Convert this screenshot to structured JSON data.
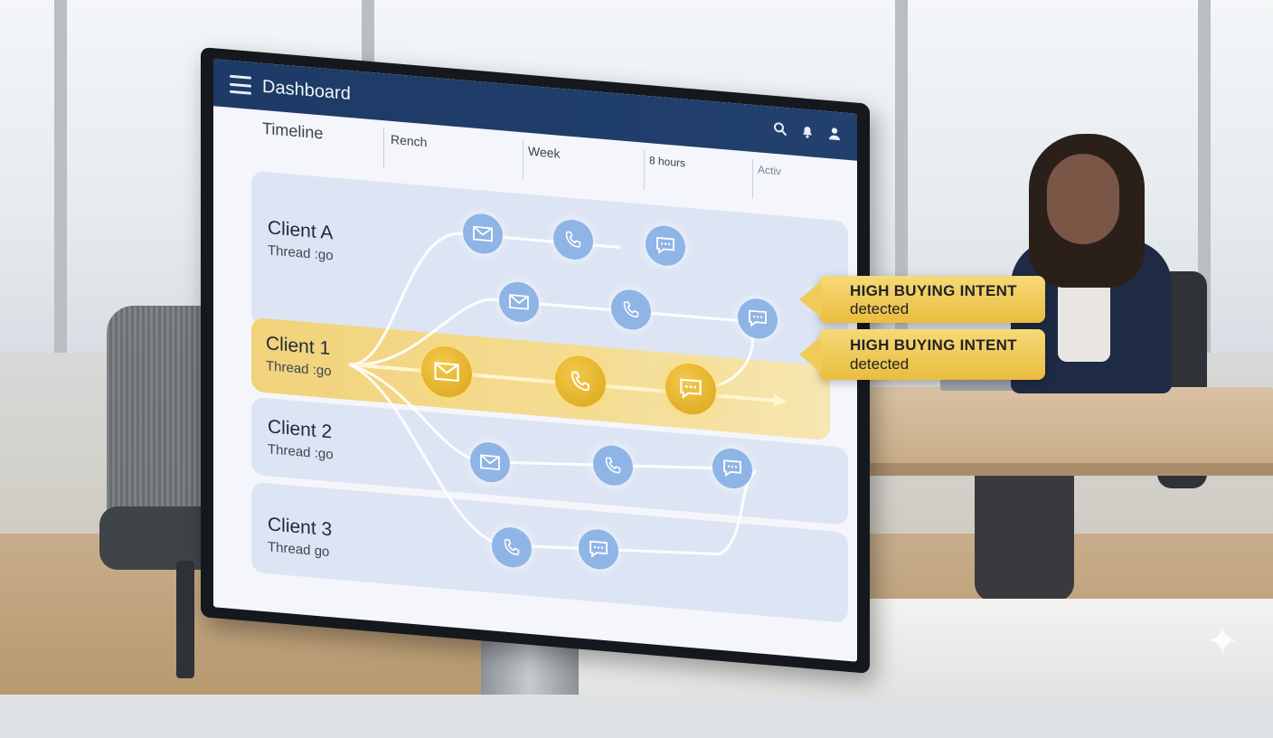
{
  "app": {
    "title": "Dashboard",
    "icons": [
      "menu-icon",
      "search-icon",
      "bell-icon",
      "user-icon"
    ]
  },
  "timeline": {
    "label": "Timeline",
    "columns": [
      "Rench",
      "Week",
      "8 hours",
      "Activ"
    ]
  },
  "clients": [
    {
      "name": "Client A",
      "subtitle": "Thread :go"
    },
    {
      "name": "Client 1",
      "subtitle": "Thread :go",
      "highlighted": true
    },
    {
      "name": "Client 2",
      "subtitle": "Thread :go"
    },
    {
      "name": "Client 3",
      "subtitle": "Thread go"
    }
  ],
  "alerts": [
    {
      "title": "HIGH BUYING INTENT",
      "detail": "detected"
    },
    {
      "title": "HIGH BUYING INTENT",
      "detail": "detected"
    }
  ],
  "colors": {
    "topbar": "#1e3a66",
    "row": "#dde5f4",
    "highlight": "#f2d27a",
    "node": "#8fb4e6",
    "node_gold": "#d9a51b"
  }
}
